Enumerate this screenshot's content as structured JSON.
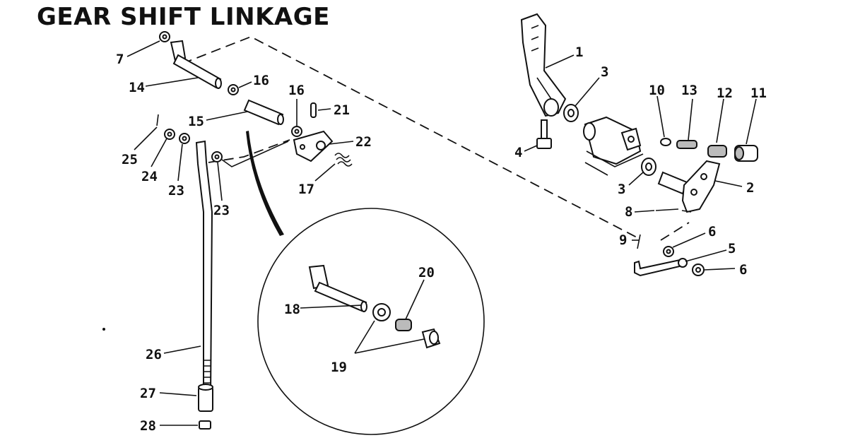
{
  "title": "GEAR SHIFT LINKAGE",
  "callouts": [
    "1",
    "2",
    "3",
    "3",
    "4",
    "5",
    "6",
    "6",
    "7",
    "8",
    "9",
    "10",
    "11",
    "12",
    "13",
    "14",
    "15",
    "16",
    "16",
    "17",
    "18",
    "19",
    "20",
    "21",
    "22",
    "23",
    "23",
    "24",
    "25",
    "26",
    "27",
    "28"
  ]
}
